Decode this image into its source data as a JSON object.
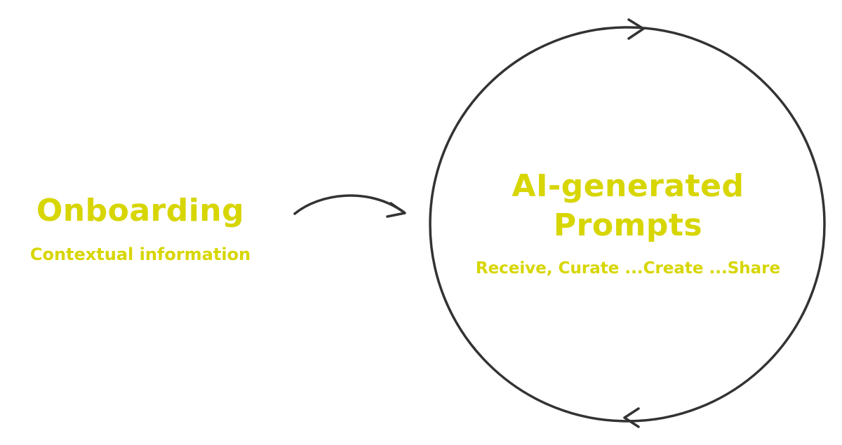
{
  "nodes": {
    "onboarding": {
      "title": "Onboarding",
      "subtitle": "Contextual information"
    },
    "prompts": {
      "title_line1": "AI-generated",
      "title_line2": "Prompts",
      "subtitle": "Receive, Curate ...Create ...Share"
    }
  },
  "colors": {
    "text": "#d7d600",
    "stroke": "#333333",
    "background": "#ffffff"
  }
}
